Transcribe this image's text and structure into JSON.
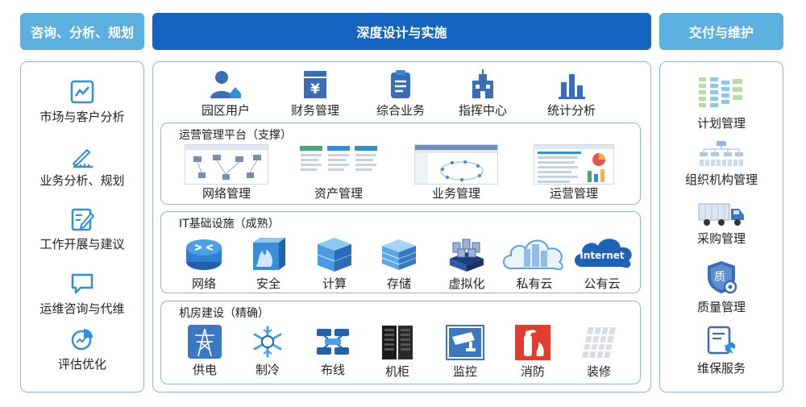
{
  "headers": {
    "left": "咨询、分析、规划",
    "middle": "深度设计与实施",
    "right": "交付与维护"
  },
  "left_items": [
    {
      "label": "市场与客户分析",
      "icon": "chart-line-icon"
    },
    {
      "label": "业务分析、规划",
      "icon": "ruler-pencil-icon"
    },
    {
      "label": "工作开展与建议",
      "icon": "edit-document-icon"
    },
    {
      "label": "运维咨询与代维",
      "icon": "chat-bubble-icon"
    },
    {
      "label": "评估优化",
      "icon": "pie-chart-icon"
    }
  ],
  "top_row": [
    {
      "label": "园区用户",
      "icon": "users-icon"
    },
    {
      "label": "财务管理",
      "icon": "finance-icon"
    },
    {
      "label": "综合业务",
      "icon": "clipboard-icon"
    },
    {
      "label": "指挥中心",
      "icon": "command-center-icon"
    },
    {
      "label": "统计分析",
      "icon": "bar-chart-icon"
    }
  ],
  "panels": [
    {
      "title": "运营管理平台（支撑）",
      "items": [
        {
          "label": "网络管理",
          "icon": "network-diagram-thumbnail"
        },
        {
          "label": "资产管理",
          "icon": "asset-table-thumbnail"
        },
        {
          "label": "业务管理",
          "icon": "business-window-thumbnail"
        },
        {
          "label": "运营管理",
          "icon": "operation-dashboard-thumbnail"
        }
      ]
    },
    {
      "title": "IT基础设施（成熟）",
      "items": [
        {
          "label": "网络",
          "icon": "router-icon"
        },
        {
          "label": "安全",
          "icon": "firewall-icon"
        },
        {
          "label": "计算",
          "icon": "server-cube-icon"
        },
        {
          "label": "存储",
          "icon": "storage-cube-icon"
        },
        {
          "label": "虚拟化",
          "icon": "virtualization-icon"
        },
        {
          "label": "私有云",
          "icon": "private-cloud-icon"
        },
        {
          "label": "公有云",
          "icon": "public-cloud-icon",
          "badge": "Internet"
        }
      ]
    },
    {
      "title": "机房建设（精确）",
      "items": [
        {
          "label": "供电",
          "icon": "power-tower-icon"
        },
        {
          "label": "制冷",
          "icon": "snowflake-icon"
        },
        {
          "label": "布线",
          "icon": "cabling-icon"
        },
        {
          "label": "机柜",
          "icon": "server-rack-icon"
        },
        {
          "label": "监控",
          "icon": "camera-icon"
        },
        {
          "label": "消防",
          "icon": "fire-extinguisher-icon"
        },
        {
          "label": "装修",
          "icon": "floor-tiles-icon"
        }
      ]
    }
  ],
  "right_items": [
    {
      "label": "计划管理",
      "icon": "plan-chart-icon"
    },
    {
      "label": "组织机构管理",
      "icon": "org-chart-icon"
    },
    {
      "label": "采购管理",
      "icon": "truck-icon"
    },
    {
      "label": "质量管理",
      "icon": "quality-shield-icon",
      "badge": "质"
    },
    {
      "label": "维保服务",
      "icon": "maintenance-icon"
    }
  ],
  "colors": {
    "header_light": "#5bb0e0",
    "header_dark": "#1565c0",
    "border": "#8fb3e3",
    "icon_blue": "#2f8fd8",
    "icon_navy": "#3a6db5"
  }
}
